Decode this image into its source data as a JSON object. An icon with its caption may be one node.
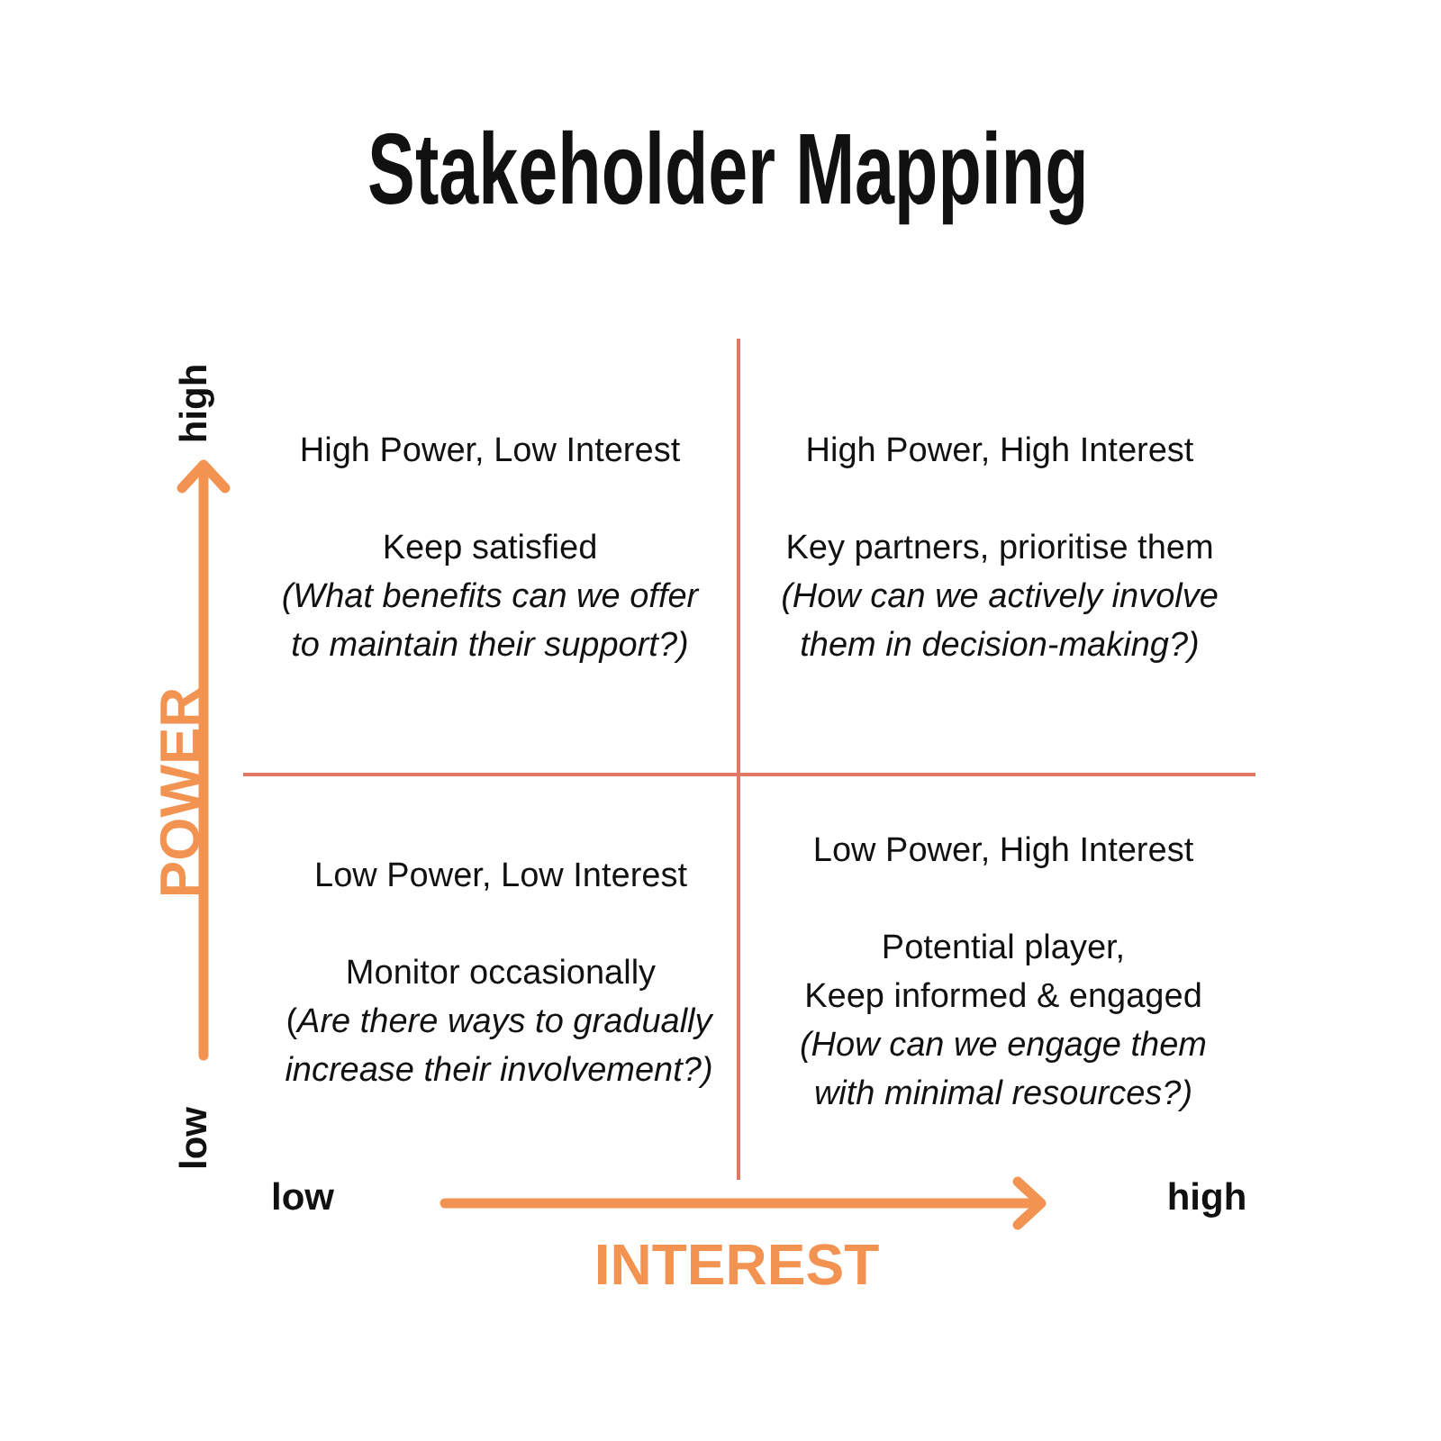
{
  "diagram": {
    "title": "Stakeholder Mapping",
    "labels": [
      "high",
      "High Power, Low Interest",
      "Keep satisfied",
      "(What benefits can we offer to maintain their support?)",
      "High Power, High Interest",
      "Key partners, prioritise them",
      "(How can we actively involve them in decision-making?)",
      "POWER",
      "Low Power, Low Interest",
      "Monitor occasionally",
      "(*Are there ways to gradually increase their involvement?)*",
      "Low Power, High Interest",
      "Potential player, Keep informed & engaged",
      "(How can we engage them with minimal resources?)",
      "low",
      "low",
      "high",
      "INTEREST"
    ]
  }
}
